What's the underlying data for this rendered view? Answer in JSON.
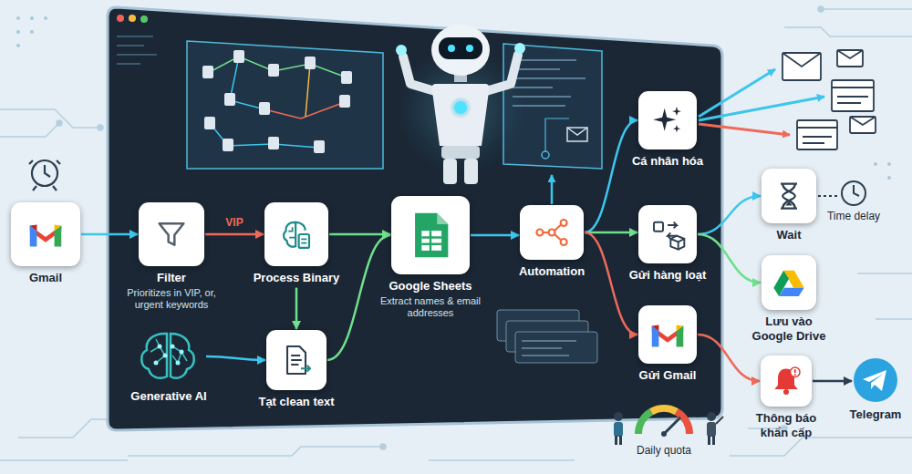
{
  "diagram": {
    "nodes": [
      {
        "text": [
          "Gmail"
        ]
      },
      {
        "text": [
          "Filter",
          "Prioritizes in VIP, or, urgent keywords"
        ]
      },
      {
        "text": [
          "Process Binary"
        ]
      },
      {
        "text": [
          "Generative AI"
        ]
      },
      {
        "text": [
          "Tạt clean text"
        ]
      },
      {
        "text": [
          "Google Sheets",
          "Extract names & email addresses"
        ]
      },
      {
        "text": [
          "Automation"
        ]
      },
      {
        "text": [
          "Cá nhân hóa"
        ]
      },
      {
        "text": [
          "Gửi hàng loạt"
        ]
      },
      {
        "text": [
          "Gửi Gmail"
        ]
      },
      {
        "text": [
          "Wait"
        ]
      },
      {
        "text": [
          "Lưu vào Google Drive"
        ]
      },
      {
        "text": [
          "Thông báo khẩn cấp"
        ]
      },
      {
        "text": [
          "Telegram"
        ]
      }
    ],
    "edges": [
      {
        "from": 0,
        "to": 1,
        "arrow": "to"
      },
      {
        "from": 1,
        "to": 2,
        "label": "VIP",
        "arrow": "to"
      },
      {
        "from": 2,
        "to": 4,
        "arrow": "to"
      },
      {
        "from": 3,
        "to": 4,
        "arrow": "to"
      },
      {
        "from": 2,
        "to": 5,
        "arrow": "to"
      },
      {
        "from": 4,
        "to": 5,
        "arrow": "to"
      },
      {
        "from": 5,
        "to": 6,
        "arrow": "to"
      },
      {
        "from": 6,
        "to": 7,
        "arrow": "to"
      },
      {
        "from": 6,
        "to": 8,
        "arrow": "to"
      },
      {
        "from": 6,
        "to": 9,
        "arrow": "to"
      },
      {
        "from": 8,
        "to": 10,
        "arrow": "to"
      },
      {
        "from": 8,
        "to": 11,
        "arrow": "to"
      },
      {
        "from": 9,
        "to": 12,
        "arrow": "to"
      },
      {
        "from": 12,
        "to": 13,
        "arrow": "to"
      }
    ],
    "labels": [
      "Time delay",
      "Daily quota"
    ]
  }
}
